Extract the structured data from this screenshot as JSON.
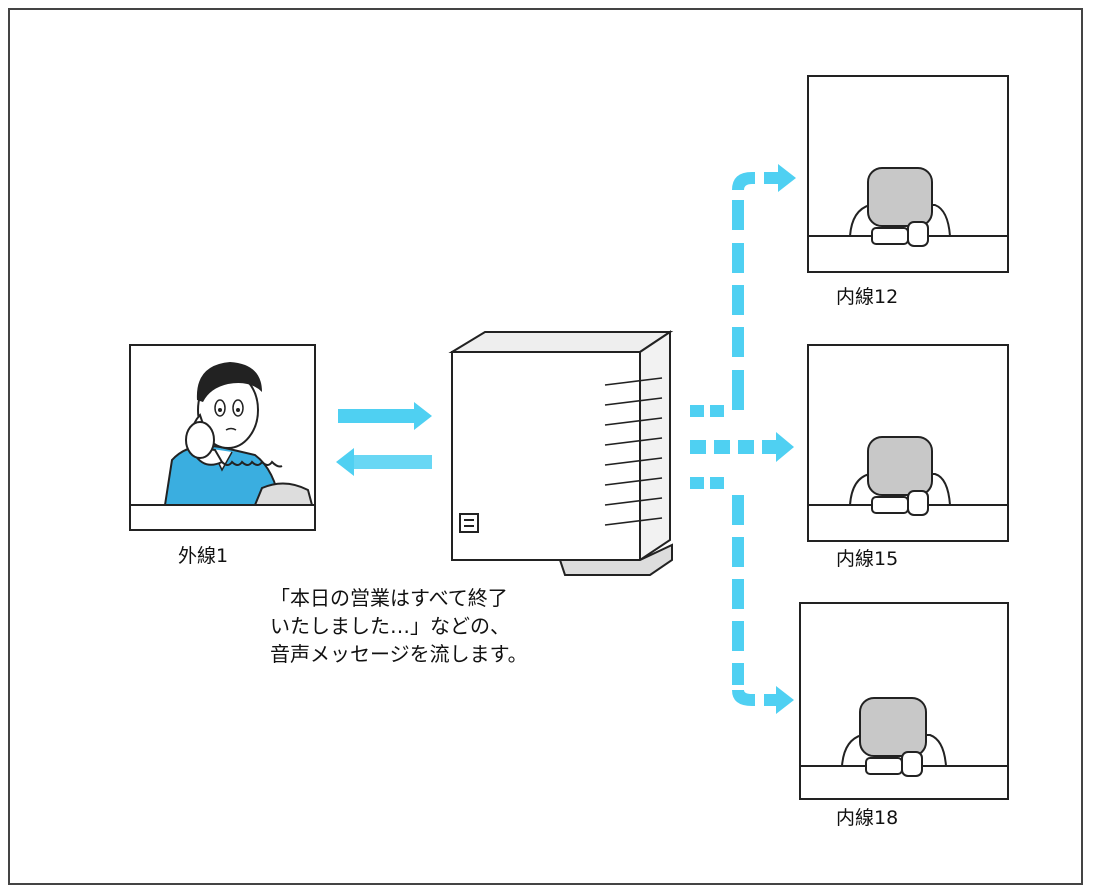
{
  "caller": {
    "label": "外線1"
  },
  "extensions": [
    {
      "label": "内線12"
    },
    {
      "label": "内線15"
    },
    {
      "label": "内線18"
    }
  ],
  "message": {
    "lines": [
      "「本日の営業はすべて終了",
      "いたしました…」などの、",
      "音声メッセージを流します。"
    ]
  },
  "colors": {
    "arrow": "#4fd0f2",
    "shirt": "#3aaee0",
    "headset_gray": "#c8c8c8",
    "outline": "#222222"
  }
}
